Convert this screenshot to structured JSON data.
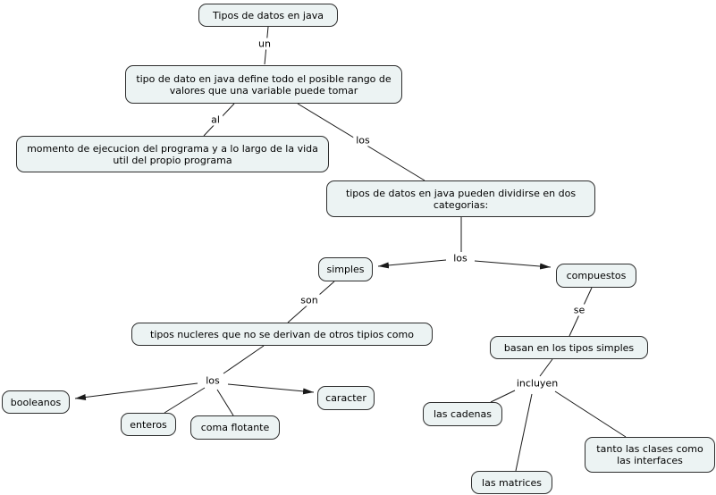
{
  "diagram": {
    "type": "concept-map",
    "topic": "Tipos de datos en java",
    "colors": {
      "background": "#ffffff",
      "node_fill": "#ecf3f3",
      "node_border": "#2e2e2e",
      "line_color": "#1a1a1a",
      "text": "#000000"
    },
    "nodes": {
      "tipos_de_datos": {
        "label": "Tipos de datos en java"
      },
      "definicion": {
        "label": "tipo de dato en java define todo el posible rango de valores que una variable puede tomar"
      },
      "momento": {
        "label": "momento de ejecucion del programa y a lo largo de la vida util del propio programa"
      },
      "categorias": {
        "label": "tipos de datos en java pueden dividirse en dos categorias:"
      },
      "simples": {
        "label": "simples"
      },
      "compuestos": {
        "label": "compuestos"
      },
      "nucleares": {
        "label": "tipos nucleres que no se derivan de otros tipios como"
      },
      "basan": {
        "label": "basan en los tipos simples"
      },
      "booleanos": {
        "label": "booleanos"
      },
      "enteros": {
        "label": "enteros"
      },
      "coma_flotante": {
        "label": "coma flotante"
      },
      "caracter": {
        "label": "caracter"
      },
      "las_cadenas": {
        "label": "las cadenas"
      },
      "las_matrices": {
        "label": "las matrices"
      },
      "clases_interfaces": {
        "label": "tanto las clases como las interfaces"
      }
    },
    "links": [
      {
        "label": "un",
        "from": "tipos_de_datos",
        "to": [
          "definicion"
        ],
        "arrow_to": []
      },
      {
        "label": "al",
        "from": "definicion",
        "to": [
          "momento"
        ],
        "arrow_to": []
      },
      {
        "label": "los",
        "from": "definicion",
        "to": [
          "categorias"
        ],
        "arrow_to": []
      },
      {
        "label": "los",
        "from": "categorias",
        "to": [
          "simples",
          "compuestos"
        ],
        "arrow_to": [
          "simples",
          "compuestos"
        ]
      },
      {
        "label": "son",
        "from": "simples",
        "to": [
          "nucleares"
        ],
        "arrow_to": []
      },
      {
        "label": "los",
        "from": "nucleares",
        "to": [
          "booleanos",
          "enteros",
          "coma_flotante",
          "caracter"
        ],
        "arrow_to": [
          "booleanos",
          "caracter"
        ]
      },
      {
        "label": "se",
        "from": "compuestos",
        "to": [
          "basan"
        ],
        "arrow_to": []
      },
      {
        "label": "incluyen",
        "from": "basan",
        "to": [
          "las_cadenas",
          "las_matrices",
          "clases_interfaces"
        ],
        "arrow_to": []
      }
    ]
  }
}
